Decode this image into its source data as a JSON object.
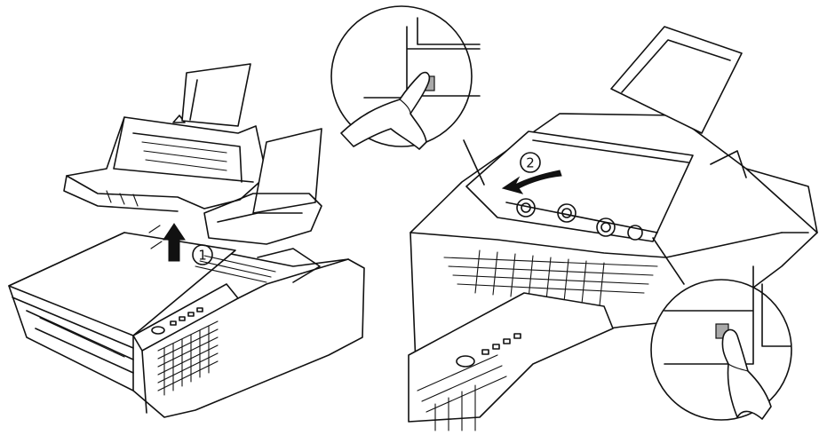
{
  "steps": [
    {
      "label": "1"
    },
    {
      "label": "2"
    }
  ],
  "figures": [
    {
      "name": "lift-feeder-assembly"
    },
    {
      "name": "open-inner-cover"
    }
  ],
  "colors": {
    "line": "#111111",
    "background": "#ffffff",
    "latch": "#a9a9a9"
  }
}
